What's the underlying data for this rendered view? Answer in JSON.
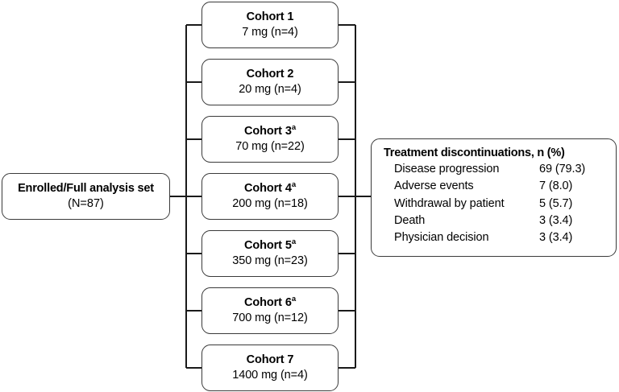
{
  "diagram": {
    "type": "clinical-trial-flow-chart",
    "enrolled": {
      "title": "Enrolled/Full analysis set",
      "subtitle": "(N=87)"
    },
    "cohorts": [
      {
        "title": "Cohort 1",
        "footnote": "",
        "dose": "7 mg (n=4)"
      },
      {
        "title": "Cohort 2",
        "footnote": "",
        "dose": "20 mg (n=4)"
      },
      {
        "title": "Cohort 3",
        "footnote": "a",
        "dose": "70 mg (n=22)"
      },
      {
        "title": "Cohort 4",
        "footnote": "a",
        "dose": "200 mg (n=18)"
      },
      {
        "title": "Cohort 5",
        "footnote": "a",
        "dose": "350 mg (n=23)"
      },
      {
        "title": "Cohort 6",
        "footnote": "a",
        "dose": "700 mg (n=12)"
      },
      {
        "title": "Cohort 7",
        "footnote": "",
        "dose": "1400 mg (n=4)"
      }
    ],
    "discontinuations": {
      "header": "Treatment discontinuations, n (%)",
      "rows": [
        {
          "label": "Disease progression",
          "value": "69 (79.3)"
        },
        {
          "label": "Adverse events",
          "value": "7 (8.0)"
        },
        {
          "label": "Withdrawal by patient",
          "value": "5 (5.7)"
        },
        {
          "label": "Death",
          "value": "3 (3.4)"
        },
        {
          "label": "Physician decision",
          "value": "3 (3.4)"
        }
      ]
    },
    "colors": {
      "border": "#3a3a3a",
      "connector": "#1a1a1a",
      "text": "#000000",
      "background": "#ffffff"
    }
  }
}
